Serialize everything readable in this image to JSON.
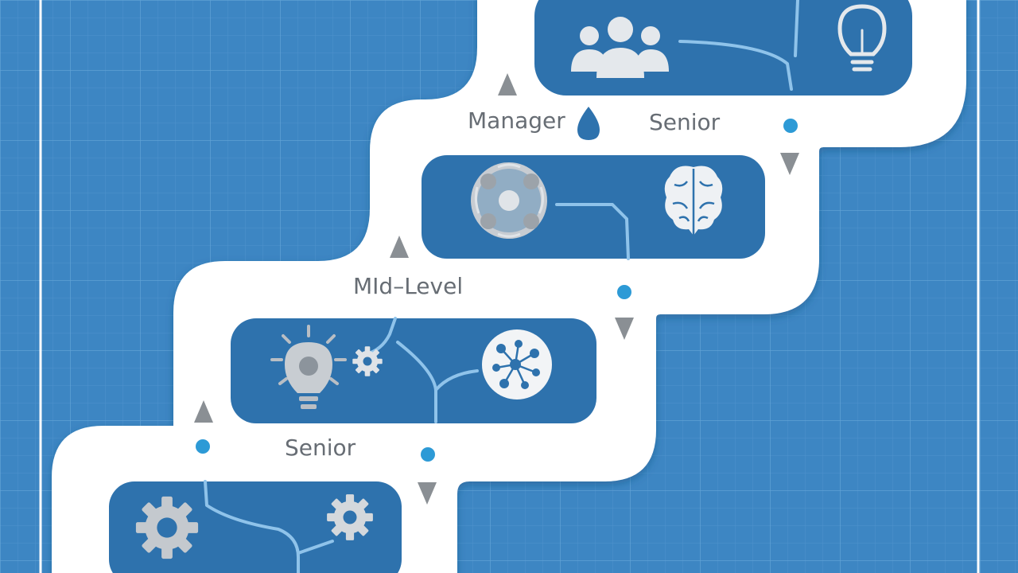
{
  "diagram": {
    "stages": [
      {
        "key": "senior-bottom",
        "label": "Senior"
      },
      {
        "key": "mid-level",
        "label": "MId–Level"
      },
      {
        "key": "manager",
        "label": "Manager"
      },
      {
        "key": "senior-top",
        "label": "Senior"
      }
    ],
    "icons": [
      "gear-icon",
      "small-gear-icon",
      "lightbulb-gear-icon",
      "small-cog-icon",
      "neural-network-icon",
      "brain-gears-icon",
      "brain-icon",
      "team-icon",
      "lightbulb-icon",
      "droplet-icon"
    ],
    "colors": {
      "background": "#3d86c3",
      "grid_line": "#5a9dd3",
      "path": "#ffffff",
      "panel": "#2e72ad",
      "label": "#676d74",
      "arrow": "#8a8f94",
      "dot": "#2d9ad6",
      "icon": "#d8dde3"
    }
  }
}
